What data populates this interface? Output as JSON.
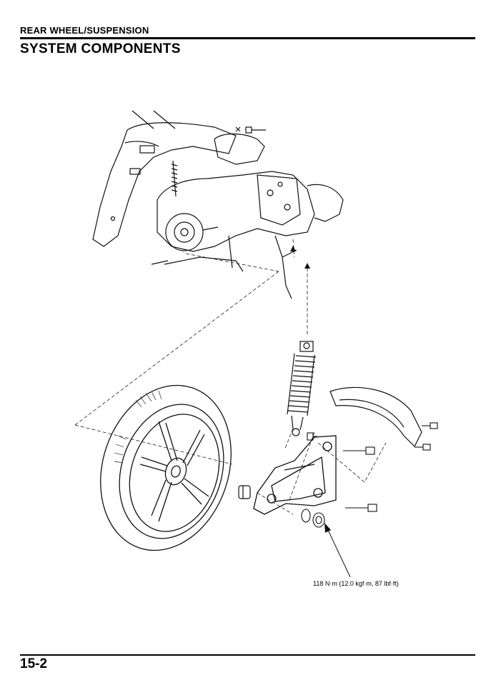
{
  "header": {
    "section": "REAR WHEEL/SUSPENSION",
    "title": "SYSTEM COMPONENTS"
  },
  "callouts": {
    "torque": "118 N·m (12.0 kgf·m, 87 lbf·ft)"
  },
  "footer": {
    "page_number": "15-2"
  }
}
